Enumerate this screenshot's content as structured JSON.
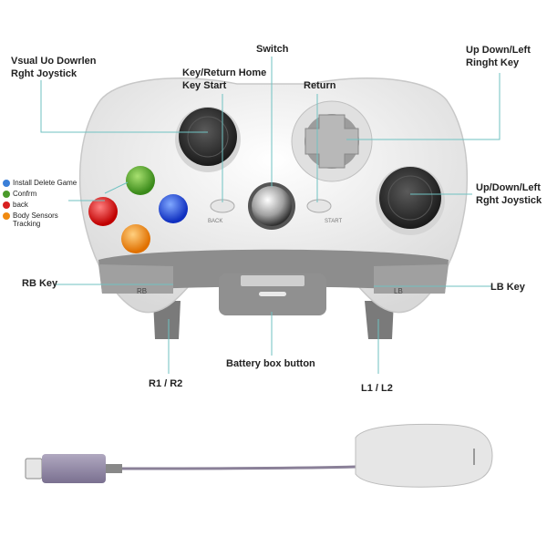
{
  "labels": {
    "visual_joystick": "Vsual Uo Dowrlen\nRght Joystick",
    "switch": "Switch",
    "up_down_left_key": "Up Down/Left\nRinght Key",
    "key_return_home": "Key/Return Home\nKey Start",
    "return": "Return",
    "right_joystick": "Up/Down/Left\nRght Joystick",
    "rb_key": "RB Key",
    "lb_key": "LB Key",
    "battery_box": "Battery box button",
    "r1_r2": "R1 / R2",
    "l1_l2": "L1 / L2"
  },
  "legend": [
    {
      "text": "Install Delete Game",
      "color": "#3a7fd8"
    },
    {
      "text": "Confrm",
      "color": "#4a9a2a"
    },
    {
      "text": "back",
      "color": "#d82020"
    },
    {
      "text": "Body Sensors\nTracking",
      "color": "#f08a10"
    }
  ],
  "controller_markings": {
    "back_text": "BACK",
    "start_text": "START",
    "rb_text": "RB",
    "lb_text": "LB"
  },
  "colors": {
    "controller_body": "#efefef",
    "grip_gray": "#8d8d8d",
    "callout_line": "#6fc2c2",
    "button_x": "#2a56d8",
    "button_y": "#f0a010",
    "button_a": "#50a030",
    "button_b": "#e02020"
  }
}
